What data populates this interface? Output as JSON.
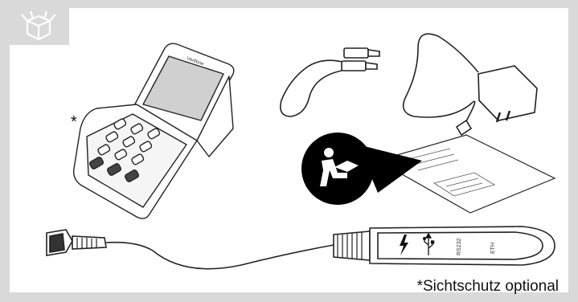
{
  "caption": "*Sichtschutz optional",
  "asterisk": "*",
  "device_brand": "Verifone",
  "hub_labels": {
    "rs232": "RS232",
    "eth": "ETH"
  },
  "icons": [
    "box-contents-icon",
    "power-icon",
    "usb-icon",
    "reading-manual-icon"
  ]
}
